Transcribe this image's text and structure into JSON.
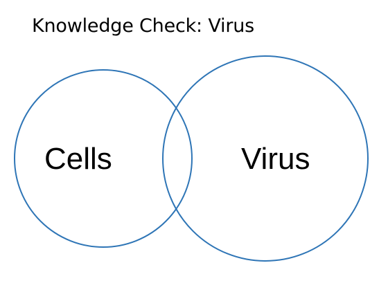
{
  "slide": {
    "title": "Knowledge Check: Virus"
  },
  "diagram": {
    "type": "venn",
    "circle_color": "#2e75b6",
    "sets": [
      {
        "label": "Cells"
      },
      {
        "label": "Virus"
      }
    ]
  }
}
